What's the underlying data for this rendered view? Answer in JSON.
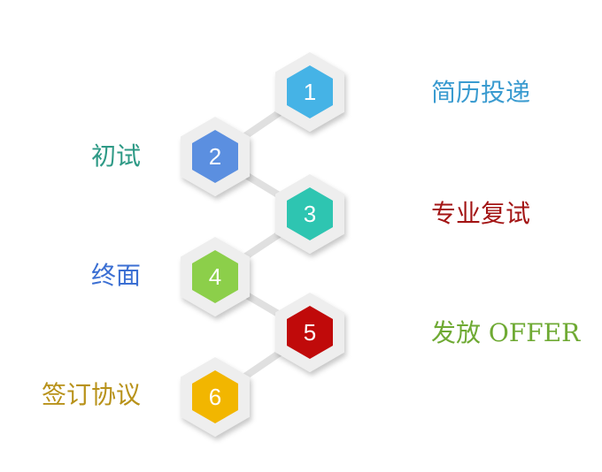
{
  "steps": [
    {
      "number": "1",
      "label": "简历投递",
      "color": "#45b3e6",
      "label_color": "#3a9bd0"
    },
    {
      "number": "2",
      "label": "初试",
      "color": "#5b8fe0",
      "label_color": "#2e9a86"
    },
    {
      "number": "3",
      "label": "专业复试",
      "color": "#2ec5b1",
      "label_color": "#a31515"
    },
    {
      "number": "4",
      "label": "终面",
      "color": "#8ccf4a",
      "label_color": "#3b6fd3"
    },
    {
      "number": "5",
      "label": "发放 OFFER",
      "color": "#c00a0a",
      "label_color": "#6faa34"
    },
    {
      "number": "6",
      "label": "签订协议",
      "color": "#f2b600",
      "label_color": "#b8921a"
    }
  ]
}
